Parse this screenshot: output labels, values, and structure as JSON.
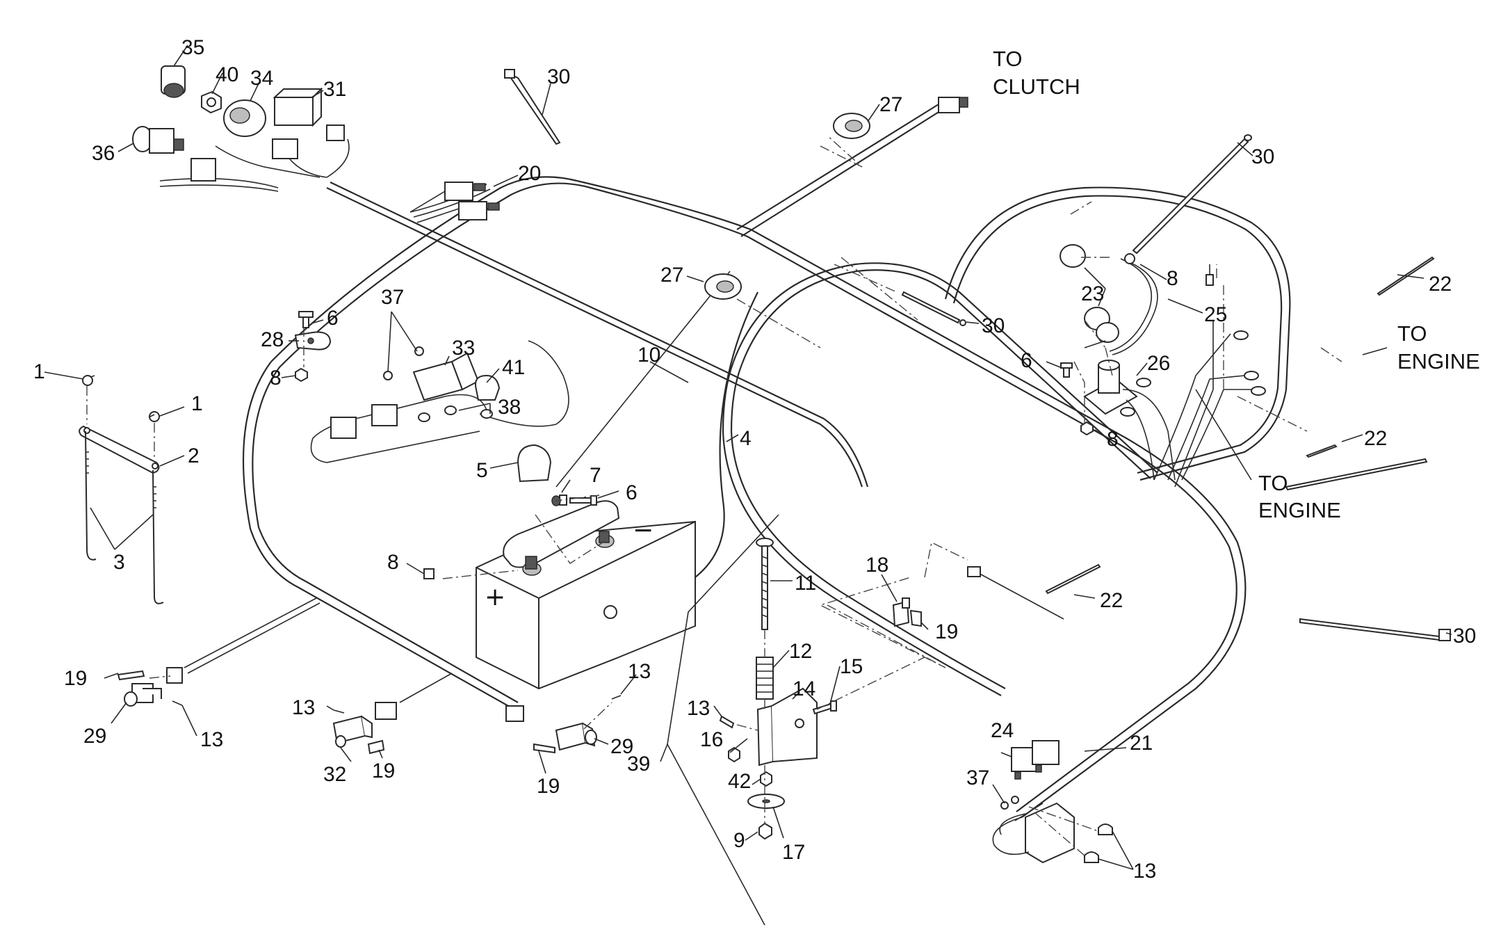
{
  "callouts": [
    {
      "id": "c35",
      "text": "35"
    },
    {
      "id": "c40",
      "text": "40"
    },
    {
      "id": "c34",
      "text": "34"
    },
    {
      "id": "c31",
      "text": "31"
    },
    {
      "id": "c36",
      "text": "36"
    },
    {
      "id": "c20",
      "text": "20"
    },
    {
      "id": "c30a",
      "text": "30"
    },
    {
      "id": "c27a",
      "text": "27"
    },
    {
      "id": "c30b",
      "text": "30"
    },
    {
      "id": "c37a",
      "text": "37"
    },
    {
      "id": "c6a",
      "text": "6"
    },
    {
      "id": "c28",
      "text": "28"
    },
    {
      "id": "c33",
      "text": "33"
    },
    {
      "id": "c41",
      "text": "41"
    },
    {
      "id": "c8a",
      "text": "8"
    },
    {
      "id": "c38",
      "text": "38"
    },
    {
      "id": "c1a",
      "text": "1"
    },
    {
      "id": "c1b",
      "text": "1"
    },
    {
      "id": "c2",
      "text": "2"
    },
    {
      "id": "c3",
      "text": "3"
    },
    {
      "id": "c27b",
      "text": "27"
    },
    {
      "id": "c10",
      "text": "10"
    },
    {
      "id": "c30c",
      "text": "30"
    },
    {
      "id": "c23",
      "text": "23"
    },
    {
      "id": "c8b",
      "text": "8"
    },
    {
      "id": "c25",
      "text": "25"
    },
    {
      "id": "c22a",
      "text": "22"
    },
    {
      "id": "c6b",
      "text": "6"
    },
    {
      "id": "c26",
      "text": "26"
    },
    {
      "id": "c8c",
      "text": "8"
    },
    {
      "id": "c22b",
      "text": "22"
    },
    {
      "id": "c4",
      "text": "4"
    },
    {
      "id": "c5",
      "text": "5"
    },
    {
      "id": "c7",
      "text": "7"
    },
    {
      "id": "c6c",
      "text": "6"
    },
    {
      "id": "c8d",
      "text": "8"
    },
    {
      "id": "c11",
      "text": "11"
    },
    {
      "id": "c18",
      "text": "18"
    },
    {
      "id": "c22c",
      "text": "22"
    },
    {
      "id": "c19a",
      "text": "19"
    },
    {
      "id": "c30d",
      "text": "30"
    },
    {
      "id": "c12",
      "text": "12"
    },
    {
      "id": "c19b",
      "text": "19"
    },
    {
      "id": "c29a",
      "text": "29"
    },
    {
      "id": "c13a",
      "text": "13"
    },
    {
      "id": "c13b",
      "text": "13"
    },
    {
      "id": "c13c",
      "text": "13"
    },
    {
      "id": "c32",
      "text": "32"
    },
    {
      "id": "c19c",
      "text": "19"
    },
    {
      "id": "c29b",
      "text": "29"
    },
    {
      "id": "c19d",
      "text": "19"
    },
    {
      "id": "c14",
      "text": "14"
    },
    {
      "id": "c15",
      "text": "15"
    },
    {
      "id": "c13d",
      "text": "13"
    },
    {
      "id": "c16",
      "text": "16"
    },
    {
      "id": "c39",
      "text": "39"
    },
    {
      "id": "c42",
      "text": "42"
    },
    {
      "id": "c9",
      "text": "9"
    },
    {
      "id": "c17",
      "text": "17"
    },
    {
      "id": "c24",
      "text": "24"
    },
    {
      "id": "c37b",
      "text": "37"
    },
    {
      "id": "c21",
      "text": "21"
    },
    {
      "id": "c13e",
      "text": "13"
    }
  ],
  "notes": {
    "to_clutch_line1": "TO",
    "to_clutch_line2": "CLUTCH",
    "to_engine_a_line1": "TO",
    "to_engine_a_line2": "ENGINE",
    "to_engine_b_line1": "TO",
    "to_engine_b_line2": "ENGINE"
  },
  "battery_signs": {
    "positive": "+",
    "negative": "−"
  }
}
